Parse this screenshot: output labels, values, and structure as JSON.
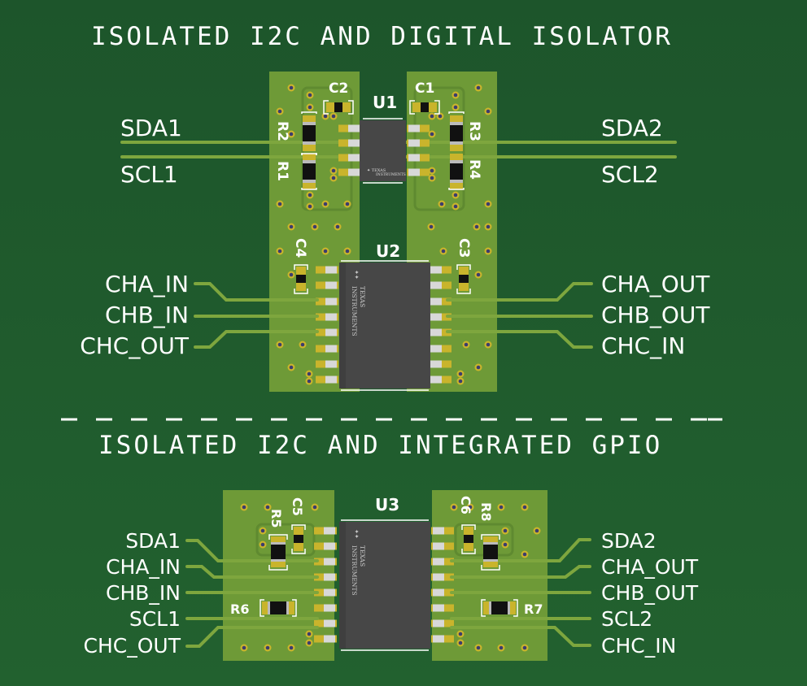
{
  "section1": {
    "title": "ISOLATED I2C AND DIGITAL ISOLATOR",
    "left_labels": [
      "SDA1",
      "SCL1",
      "CHA_IN",
      "CHB_IN",
      "CHC_OUT"
    ],
    "right_labels": [
      "SDA2",
      "SCL2",
      "CHA_OUT",
      "CHB_OUT",
      "CHC_IN"
    ],
    "refdes": {
      "u1": "U1",
      "u2": "U2",
      "c1": "C1",
      "c2": "C2",
      "c3": "C3",
      "c4": "C4",
      "r1": "R1",
      "r2": "R2",
      "r3": "R3",
      "r4": "R4"
    }
  },
  "divider": "- - - - - - - - - - - - - - - - - - - - -",
  "section2": {
    "title": "ISOLATED I2C AND INTEGRATED GPIO",
    "left_labels": [
      "SDA1",
      "CHA_IN",
      "CHB_IN",
      "SCL1",
      "CHC_OUT"
    ],
    "right_labels": [
      "SDA2",
      "CHA_OUT",
      "CHB_OUT",
      "SCL2",
      "CHC_IN"
    ],
    "refdes": {
      "u3": "U3",
      "c5": "C5",
      "c6": "C6",
      "r5": "R5",
      "r6": "R6",
      "r7": "R7",
      "r8": "R8"
    }
  },
  "chip_marking": {
    "brand_line1": "TEXAS",
    "brand_line2": "INSTRUMENTS"
  },
  "colors": {
    "background": "#1e5a2e",
    "board": "#6e9a37",
    "board_dark": "#5f8a30",
    "trace": "#7ea63e",
    "pad": "#c9b42c",
    "chip": "#474747",
    "silkscreen": "#ffffff",
    "via": "#3c3c6e"
  }
}
